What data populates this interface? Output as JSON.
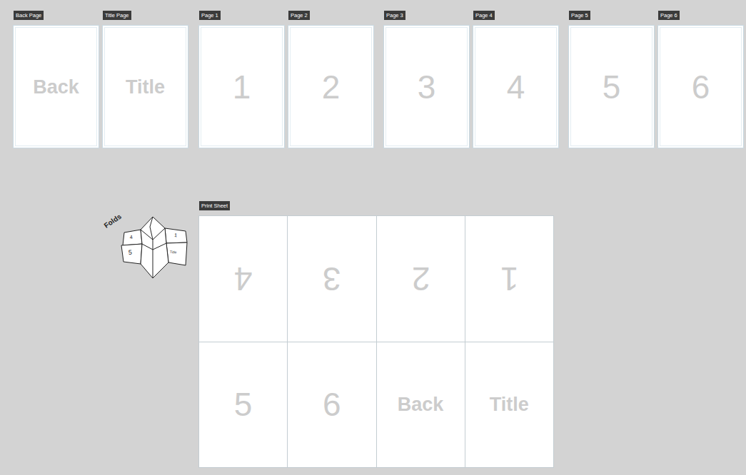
{
  "diagram": {
    "nodes": [
      {
        "text": [
          "Back Page",
          "Back"
        ]
      },
      {
        "text": [
          "Title Page",
          "Title"
        ]
      },
      {
        "text": [
          "Page 1",
          "1"
        ]
      },
      {
        "text": [
          "Page 2",
          "2"
        ]
      },
      {
        "text": [
          "Page 3",
          "3"
        ]
      },
      {
        "text": [
          "Page 4",
          "4"
        ]
      },
      {
        "text": [
          "Page 5",
          "5"
        ]
      },
      {
        "text": [
          "Page 6",
          "6"
        ]
      },
      {
        "text": [
          "Print Sheet"
        ]
      },
      {
        "text": [
          "4"
        ],
        "in": 8
      },
      {
        "text": [
          "3"
        ],
        "in": 8
      },
      {
        "text": [
          "2"
        ],
        "in": 8
      },
      {
        "text": [
          "1"
        ],
        "in": 8
      },
      {
        "text": [
          "5"
        ],
        "in": 8
      },
      {
        "text": [
          "6"
        ],
        "in": 8
      },
      {
        "text": [
          "Back"
        ],
        "in": 8
      },
      {
        "text": [
          "Title"
        ],
        "in": 8
      }
    ],
    "labels": [
      "Folds",
      "4",
      "1",
      "5",
      "Title"
    ]
  }
}
